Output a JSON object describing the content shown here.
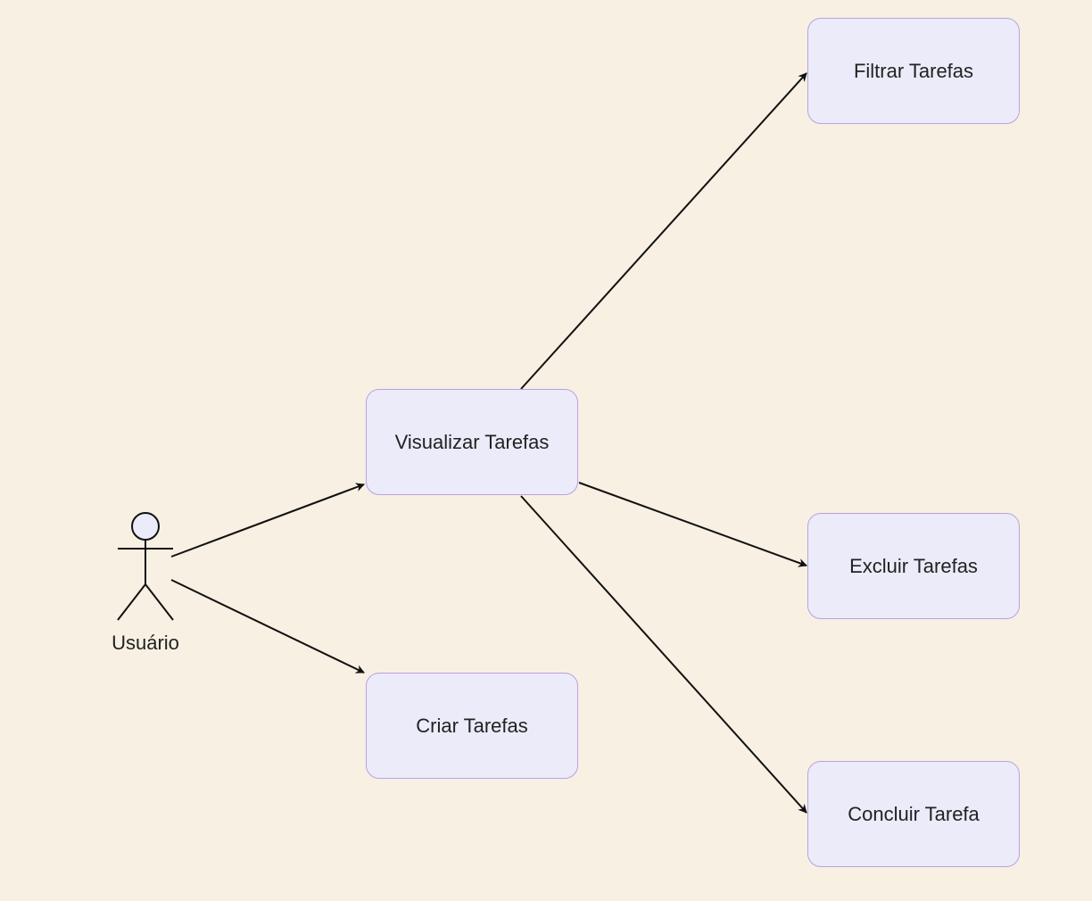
{
  "diagram": {
    "actor": {
      "label": "Usuário",
      "fill": "#ebebfa",
      "stroke": "#111111"
    },
    "use_cases": {
      "criar": "Criar Tarefas",
      "visualizar": "Visualizar Tarefas",
      "filtrar": "Filtrar Tarefas",
      "excluir": "Excluir Tarefas",
      "concluir": "Concluir Tarefa"
    },
    "edges": [
      {
        "from": "Usuário",
        "to": "Visualizar Tarefas"
      },
      {
        "from": "Usuário",
        "to": "Criar Tarefas"
      },
      {
        "from": "Visualizar Tarefas",
        "to": "Filtrar Tarefas"
      },
      {
        "from": "Visualizar Tarefas",
        "to": "Excluir Tarefas"
      },
      {
        "from": "Visualizar Tarefas",
        "to": "Concluir Tarefa"
      }
    ],
    "colors": {
      "background": "#f7f0e3",
      "node_fill": "#ebebfa",
      "node_border": "#b9a2e0",
      "edge": "#111111"
    }
  }
}
